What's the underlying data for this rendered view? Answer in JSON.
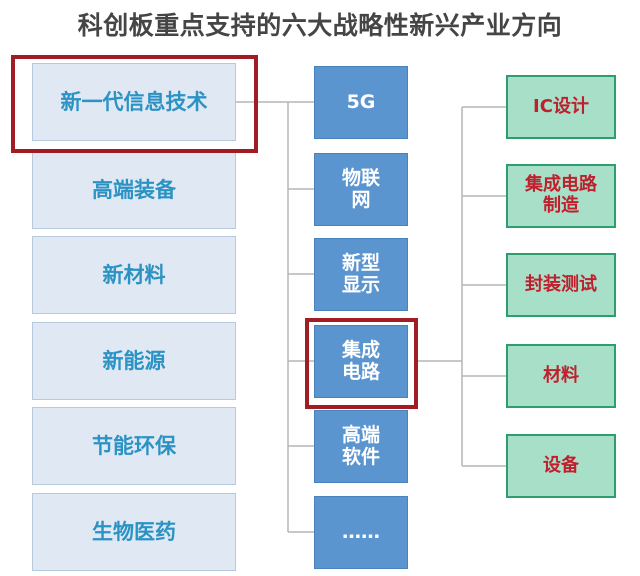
{
  "title": "科创板重点支持的六大战略性新兴产业方向",
  "industries": [
    {
      "label": "新一代信息技术"
    },
    {
      "label": "高端装备"
    },
    {
      "label": "新材料"
    },
    {
      "label": "新能源"
    },
    {
      "label": "节能环保"
    },
    {
      "label": "生物医药"
    }
  ],
  "technologies": [
    {
      "label": "5G"
    },
    {
      "label": "物联\n网"
    },
    {
      "label": "新型\n显示"
    },
    {
      "label": "集成\n电路"
    },
    {
      "label": "高端\n软件"
    },
    {
      "label": "……"
    }
  ],
  "subcategories": [
    {
      "label": "IC设计"
    },
    {
      "label": "集成电路\n制造"
    },
    {
      "label": "封装测试"
    },
    {
      "label": "材料"
    },
    {
      "label": "设备"
    }
  ],
  "highlighted": [
    "新一代信息技术",
    "集成\n电路"
  ],
  "colors": {
    "industry_fill": "#dfe8f3",
    "industry_text": "#2b93c4",
    "tech_fill": "#5b95d0",
    "tech_text": "#ffffff",
    "sub_fill": "#a7dfc9",
    "sub_border": "#2e9e6e",
    "sub_text": "#c01f2c",
    "highlight_border": "#9f1d23",
    "title_text": "#454545"
  }
}
